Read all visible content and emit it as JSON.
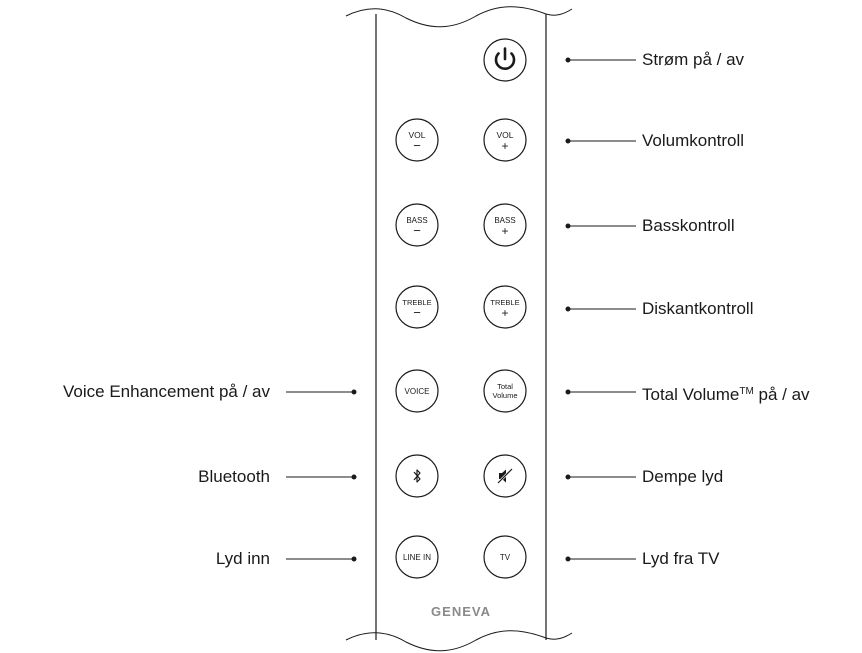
{
  "device": {
    "brand": "GENEVA",
    "buttons": {
      "vol_minus": [
        "VOL",
        "−"
      ],
      "vol_plus": [
        "VOL",
        "+"
      ],
      "bass_minus": [
        "BASS",
        "−"
      ],
      "bass_plus": [
        "BASS",
        "+"
      ],
      "treble_minus": [
        "TREBLE",
        "−"
      ],
      "treble_plus": [
        "TREBLE",
        "+"
      ],
      "voice": "VOICE",
      "total_volume": [
        "Total",
        "Volume"
      ],
      "line_in": "LINE IN",
      "tv": "TV"
    }
  },
  "labels": {
    "power": "Strøm på / av",
    "volume": "Volumkontroll",
    "bass": "Basskontroll",
    "treble": "Diskantkontroll",
    "total_volume_prefix": "Total Volume",
    "total_volume_tm": "TM",
    "total_volume_suffix": " på / av",
    "mute": "Dempe lyd",
    "tv": "Lyd fra TV",
    "voice": "Voice Enhancement på / av",
    "bluetooth": "Bluetooth",
    "line_in": "Lyd inn"
  }
}
